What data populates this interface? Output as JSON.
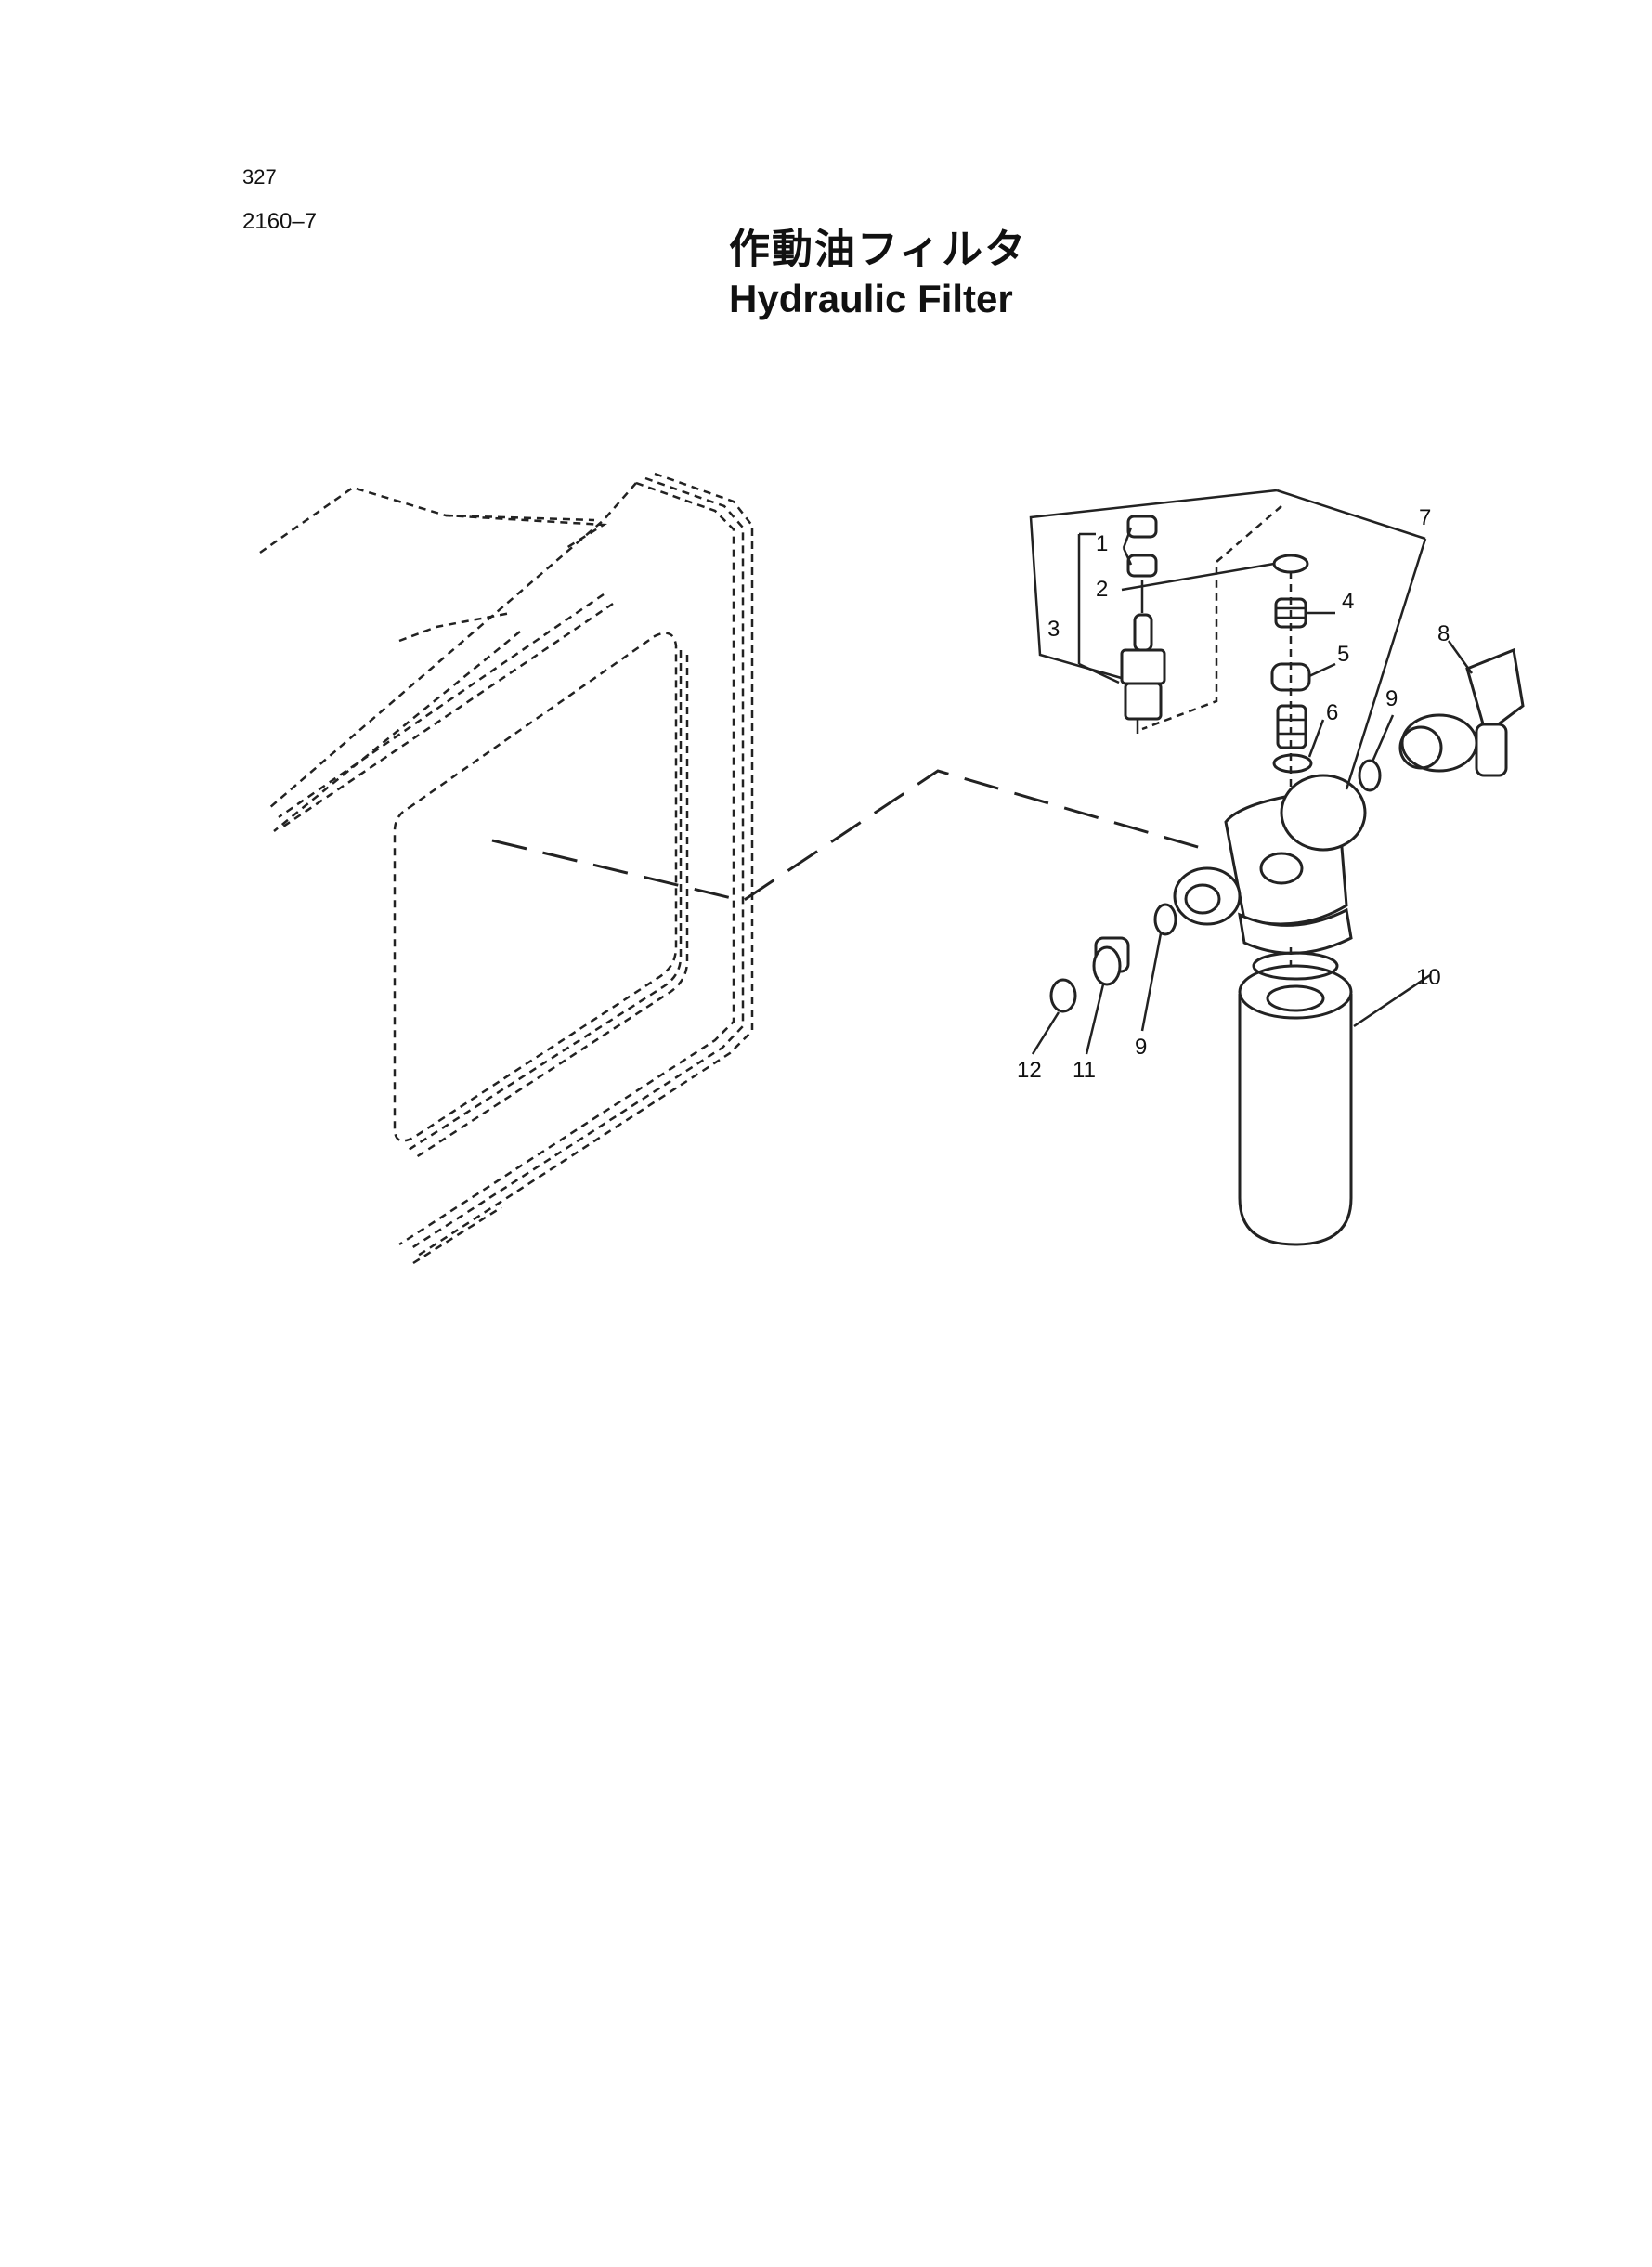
{
  "page_number": "327",
  "figure_code": "2160–7",
  "title_ja": "作動油フィルタ",
  "title_en": "Hydraulic Filter",
  "callouts": [
    "1",
    "2",
    "3",
    "4",
    "5",
    "6",
    "7",
    "8",
    "9",
    "9",
    "10",
    "11",
    "12"
  ]
}
